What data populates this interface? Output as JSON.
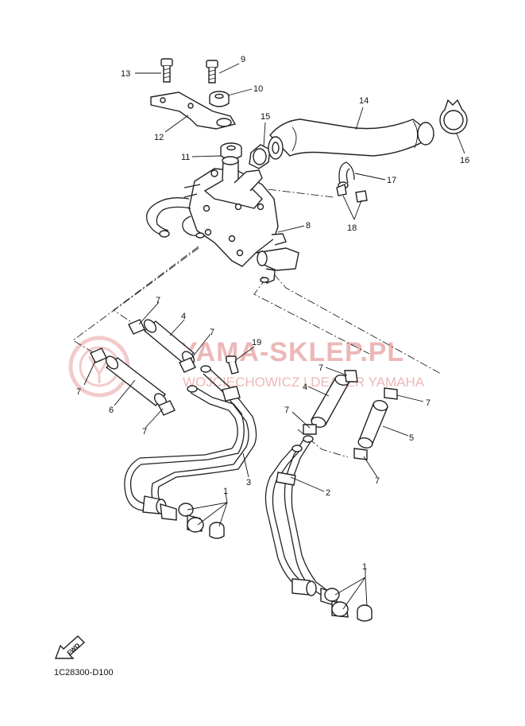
{
  "callouts": {
    "n1a": "1",
    "n1b": "1",
    "n2": "2",
    "n3": "3",
    "n4a": "4",
    "n4b": "4",
    "n5": "5",
    "n6": "6",
    "n7a": "7",
    "n7b": "7",
    "n7c": "7",
    "n7d": "7",
    "n7e": "7",
    "n7f": "7",
    "n7g": "7",
    "n7h": "7",
    "n8": "8",
    "n9": "9",
    "n10": "10",
    "n11": "11",
    "n12": "12",
    "n13": "13",
    "n14": "14",
    "n15": "15",
    "n16": "16",
    "n17": "17",
    "n18": "18",
    "n19": "19"
  },
  "watermark": {
    "title": "YAMA-SKLEP.PL",
    "subtitle": "WOJCIECHOWICZ | DEALER YAMAHA"
  },
  "fwd_label": "FWD",
  "diagram_code": "1C28300-D100",
  "colors": {
    "line": "#222222",
    "watermark": "#e8a0a0"
  }
}
